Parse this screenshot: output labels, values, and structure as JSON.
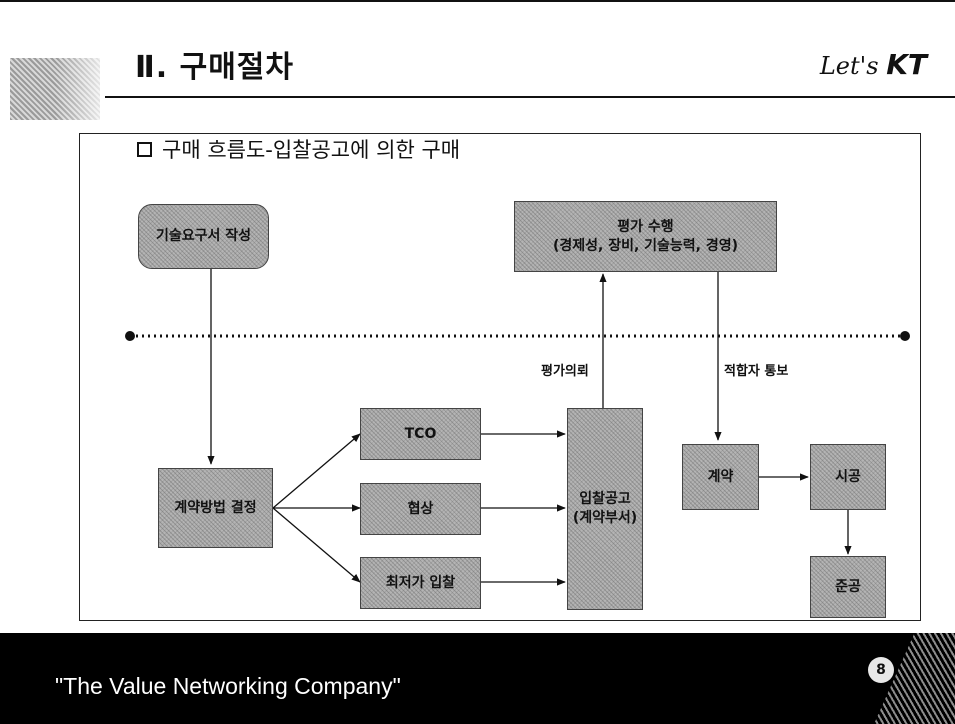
{
  "header": {
    "title": "Ⅱ. 구매절차",
    "brand_lets": "Let's",
    "brand_kt": "KT"
  },
  "subtitle": "구매 흐름도-입찰공고에 의한 구매",
  "diagram": {
    "nodes": {
      "tech_req": "기술요구서 작성",
      "evaluation_line1": "평가 수행",
      "evaluation_line2": "(경제성, 장비, 기술능력, 경영)",
      "method": "계약방법 결정",
      "tco": "TCO",
      "negotiation": "협상",
      "lowest_bid": "최저가 입찰",
      "bid_notice_line1": "입찰공고",
      "bid_notice_line2": "(계약부서)",
      "contract": "계약",
      "construction": "시공",
      "completion": "준공"
    },
    "edge_labels": {
      "eval_request": "평가의뢰",
      "notify_winner": "적합자 통보"
    }
  },
  "footer": {
    "slogan": "\"The Value Networking Company\"",
    "page_number": "8"
  }
}
